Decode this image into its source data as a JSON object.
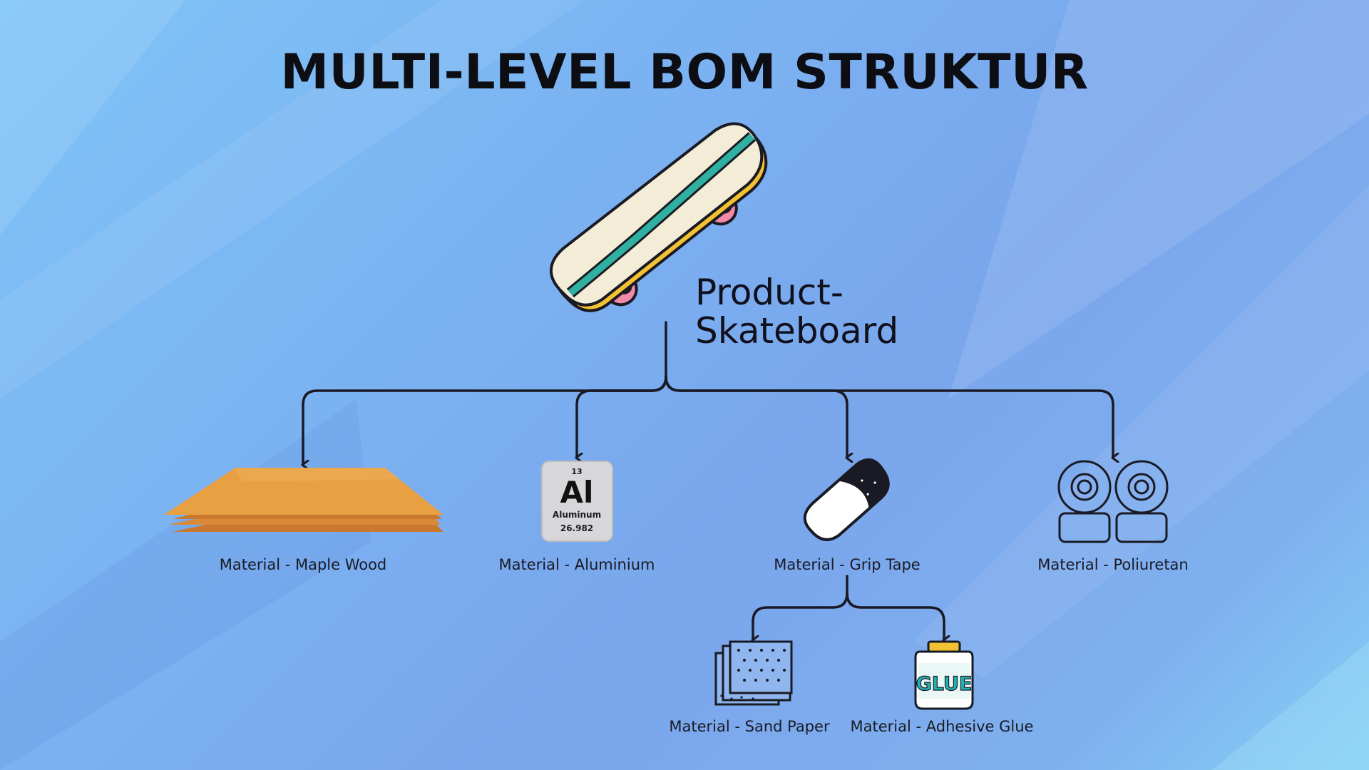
{
  "title": "MULTI-LEVEL BOM STRUKTUR",
  "product": {
    "line1": "Product-",
    "line2": "Skateboard",
    "icon": "skateboard-icon"
  },
  "materials": [
    {
      "label": "Material - Maple Wood",
      "icon": "maple-wood-sheets-icon"
    },
    {
      "label": "Material - Aluminium",
      "icon": "aluminium-element-icon"
    },
    {
      "label": "Material - Grip Tape",
      "icon": "grip-tape-icon"
    },
    {
      "label": "Material - Poliuretan",
      "icon": "polyurethane-wheels-icon"
    }
  ],
  "sub_materials": [
    {
      "label": "Material - Sand Paper",
      "icon": "sand-paper-icon"
    },
    {
      "label": "Material - Adhesive Glue",
      "icon": "glue-bottle-icon"
    }
  ],
  "aluminium_tile": {
    "number": "13",
    "symbol": "Al",
    "name": "Aluminum",
    "mass": "26.982"
  },
  "glue_text": "GLUE",
  "colors": {
    "background_start": "#7fc4f7",
    "background_end": "#7aa6ec",
    "connector": "#1a1a24",
    "deck": "#f3ecd6",
    "deck_stripe": "#2fb0a0",
    "deck_edge": "#f2c233",
    "wheel": "#f08aa8",
    "wood": "#e8a043"
  }
}
